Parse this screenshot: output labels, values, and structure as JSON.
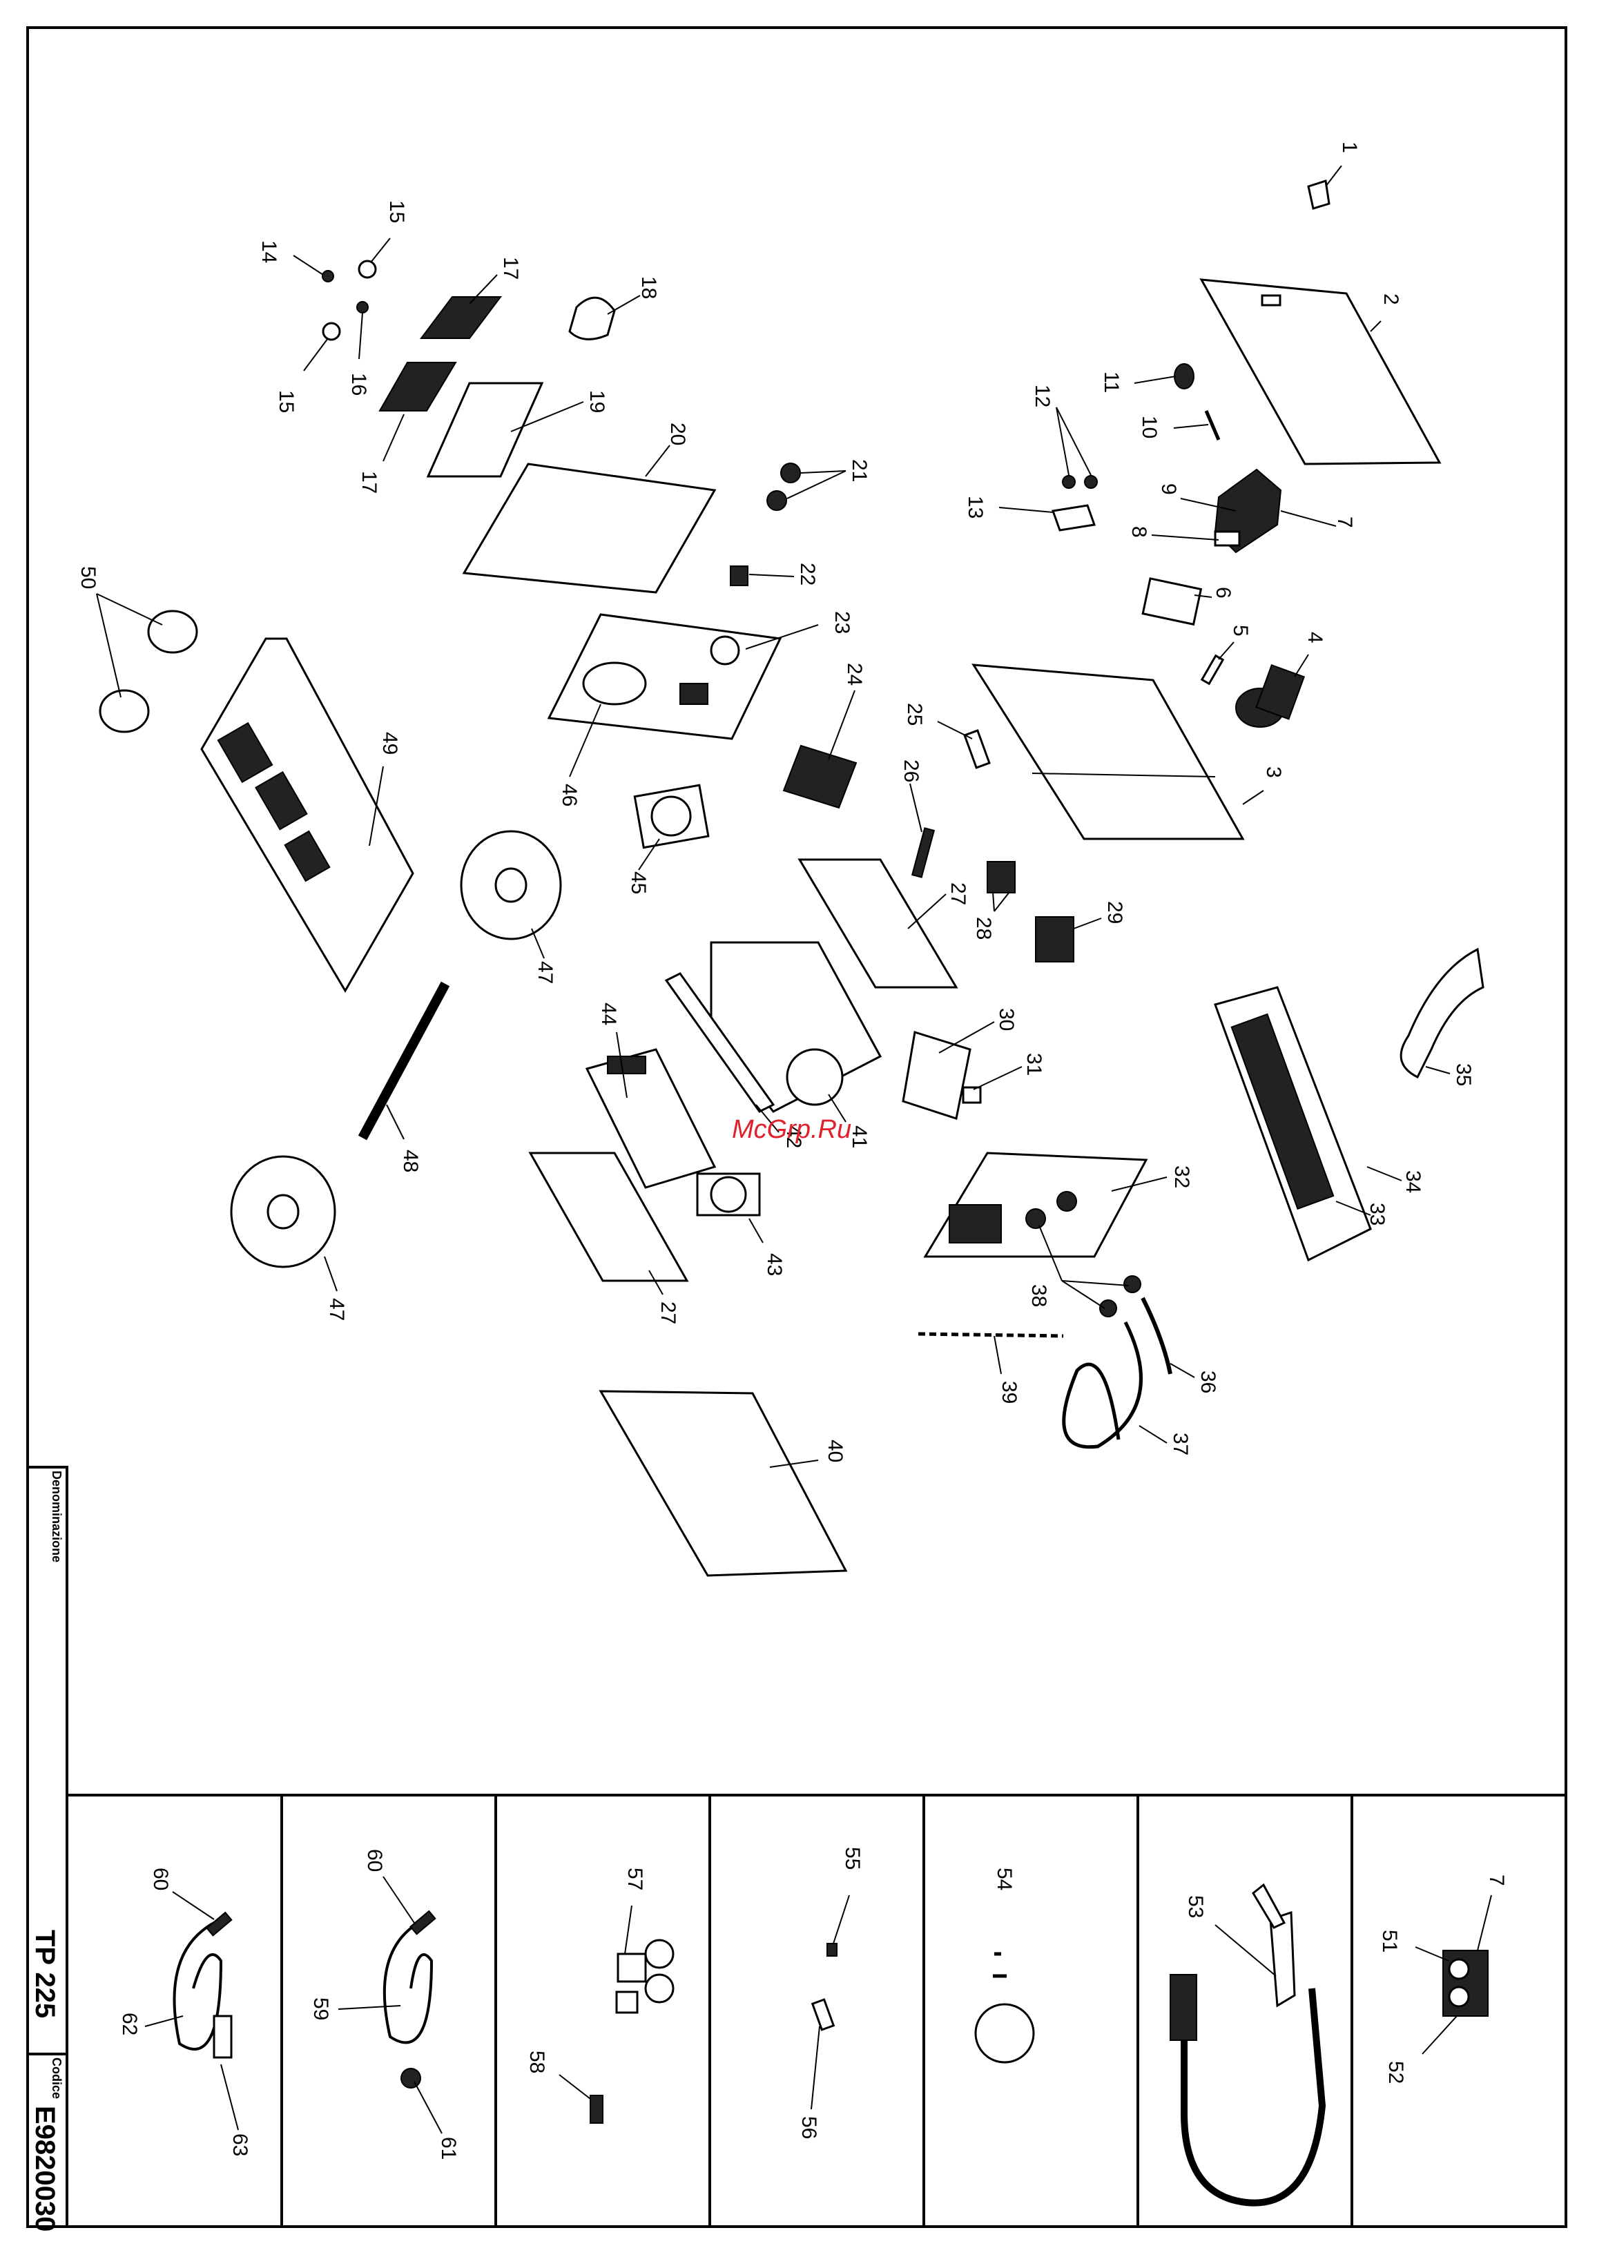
{
  "title_block": {
    "denominazione_label": "Denominazione",
    "model": "TP 225",
    "codice_label": "Codice",
    "code": "E9820030"
  },
  "watermark": "McGrp.Ru",
  "callouts": [
    "1",
    "2",
    "3",
    "4",
    "5",
    "6",
    "7",
    "8",
    "9",
    "10",
    "11",
    "12",
    "13",
    "14",
    "15",
    "16",
    "17",
    "18",
    "19",
    "20",
    "21",
    "22",
    "23",
    "24",
    "25",
    "26",
    "27",
    "28",
    "29",
    "30",
    "31",
    "32",
    "33",
    "34",
    "35",
    "36",
    "37",
    "38",
    "39",
    "40",
    "41",
    "42",
    "43",
    "44",
    "45",
    "46",
    "47",
    "48",
    "49",
    "50",
    "51",
    "52",
    "53",
    "54",
    "55",
    "56",
    "57",
    "58",
    "59",
    "60",
    "61",
    "62",
    "63"
  ],
  "accessory_panels": [
    {
      "labels": [
        "60",
        "62",
        "63"
      ]
    },
    {
      "labels": [
        "60",
        "59",
        "61"
      ]
    },
    {
      "labels": [
        "57",
        "58"
      ]
    },
    {
      "labels": [
        "55",
        "56"
      ]
    },
    {
      "labels": [
        "54"
      ]
    },
    {
      "labels": [
        "53"
      ]
    },
    {
      "labels": [
        "7",
        "51",
        "52"
      ]
    }
  ]
}
